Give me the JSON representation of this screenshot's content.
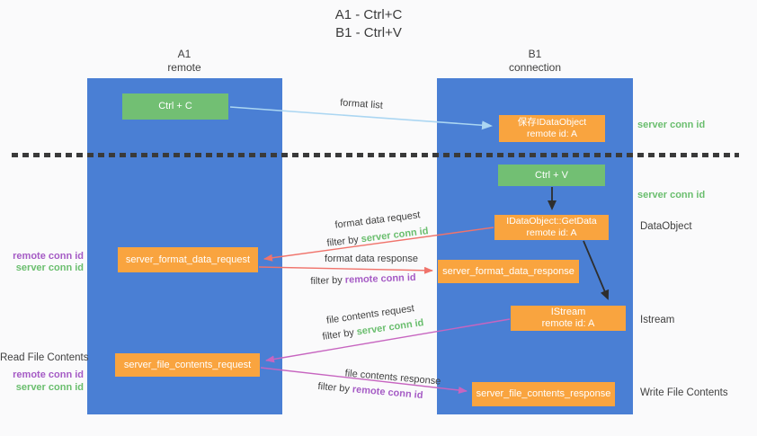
{
  "title": {
    "line1": "A1 - Ctrl+C",
    "line2": "B1 - Ctrl+V"
  },
  "lanes": {
    "a1": {
      "name": "A1",
      "subtitle": "remote"
    },
    "b1": {
      "name": "B1",
      "subtitle": "connection"
    }
  },
  "nodes": {
    "ctrl_c": {
      "label": "Ctrl + C"
    },
    "save_dataobject": {
      "line1": "保存IDataObject",
      "line2": "remote id: A"
    },
    "ctrl_v": {
      "label": "Ctrl + V"
    },
    "getdata": {
      "line1": "IDataObject::GetData",
      "line2": "remote id: A"
    },
    "server_format_data_request": {
      "label": "server_format_data_request"
    },
    "server_format_data_response": {
      "label": "server_format_data_response"
    },
    "istream": {
      "line1": "IStream",
      "line2": "remote id: A"
    },
    "server_file_contents_request": {
      "label": "server_file_contents_request"
    },
    "server_file_contents_response": {
      "label": "server_file_contents_response"
    }
  },
  "edge_labels": {
    "format_list": "format list",
    "format_data_request": "format data request",
    "format_data_response": "format data response",
    "file_contents_request": "file contents request",
    "file_contents_response": "file contents response",
    "filter_by": "filter by",
    "server_conn_id": "server conn id",
    "remote_conn_id": "remote conn id"
  },
  "side_labels": {
    "left": {
      "remote_conn_id": "remote conn id",
      "server_conn_id": "server conn id",
      "read_file_contents": "Read File Contents",
      "remote_conn_id_2": "remote conn id",
      "server_conn_id_2": "server conn id"
    },
    "right": {
      "server_conn_id_top": "server conn id",
      "server_conn_id_mid": "server conn id",
      "dataobject": "DataObject",
      "istream": "Istream",
      "write_file_contents": "Write File Contents"
    }
  },
  "colors": {
    "lane_blue": "#4A7FD4",
    "action_green": "#72BF73",
    "message_orange": "#F9A43F",
    "conn_id_green": "#6ABE6E",
    "conn_id_purple": "#A55BC5",
    "arrow_blue": "#ABD6F2",
    "arrow_salmon": "#F0736B",
    "arrow_magenta": "#C765C0",
    "arrow_black": "#2E2E2E",
    "text_dark": "#3C3C3C"
  }
}
